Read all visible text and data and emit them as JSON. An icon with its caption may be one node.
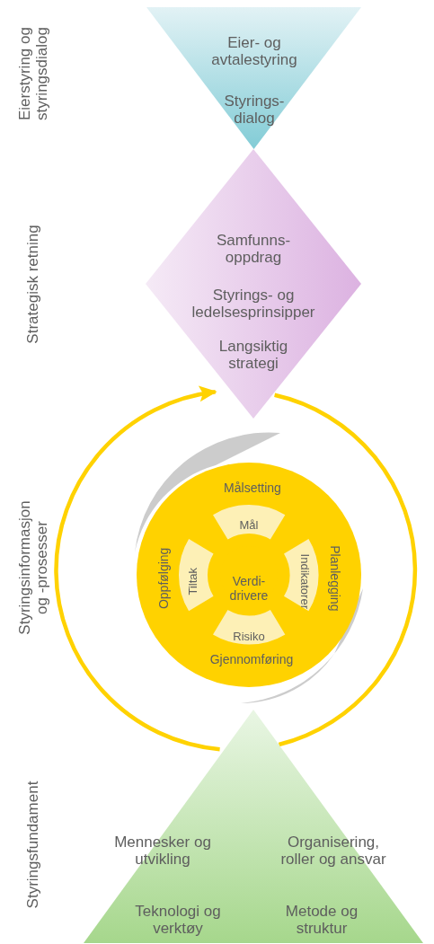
{
  "diagram": {
    "nodes": [
      {
        "text": [
          "Eier- og avtalestyring",
          "Styrings- dialog"
        ]
      },
      {
        "text": [
          "Samfunns- oppdrag",
          "Styrings- og ledelsesprinsipper",
          "Langsiktig strategi"
        ]
      },
      {
        "text": [
          "Målsetting",
          "Planlegging",
          "Gjennomføring",
          "Oppfølging"
        ]
      },
      {
        "text": [
          "Mål"
        ],
        "in": 2
      },
      {
        "text": [
          "Tiltak"
        ],
        "in": 2
      },
      {
        "text": [
          "Verdi- drivere"
        ],
        "in": 2
      },
      {
        "text": [
          "Indikatorer"
        ],
        "in": 2
      },
      {
        "text": [
          "Risiko"
        ],
        "in": 2
      },
      {
        "text": [
          "Mennesker og utvikling",
          "Organisering, roller og ansvar",
          "Teknologi og verktøy",
          "Metode og struktur"
        ]
      }
    ],
    "edges": [
      {
        "from": 8,
        "to": 1,
        "arrow": "to"
      },
      {
        "from": 1,
        "to": 8,
        "arrow": "none"
      }
    ],
    "labels": [
      "Eierstyring og styringsdialog",
      "Strategisk retning",
      "Styringsinformasjon og -prosesser",
      "Styringsfundament"
    ]
  }
}
